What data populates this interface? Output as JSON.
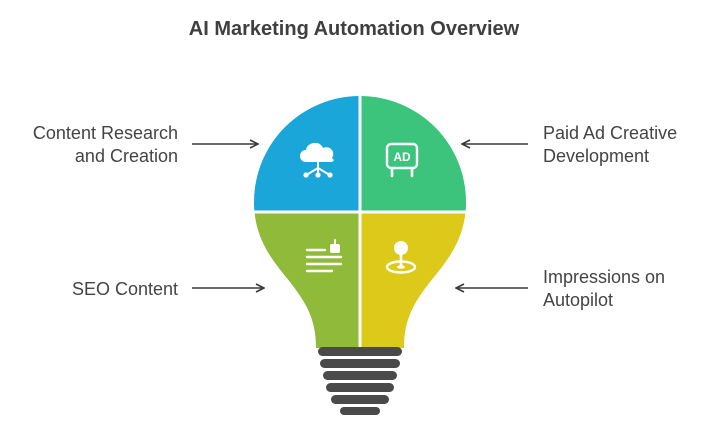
{
  "title": "AI Marketing Automation Overview",
  "segments": [
    {
      "id": "content-research",
      "label_lines": [
        "Content Research",
        "and Creation"
      ],
      "color": "#1aa6d9",
      "icon": "cloud-network-icon"
    },
    {
      "id": "paid-ad",
      "label_lines": [
        "Paid Ad Creative",
        "Development"
      ],
      "color": "#3cc47c",
      "icon": "ad-sign-icon"
    },
    {
      "id": "seo-content",
      "label_lines": [
        "SEO Content"
      ],
      "color": "#8fba3a",
      "icon": "robot-document-icon"
    },
    {
      "id": "impressions",
      "label_lines": [
        "Impressions on",
        "Autopilot"
      ],
      "color": "#ddc919",
      "icon": "location-pin-icon"
    }
  ],
  "colors": {
    "base": "#4a4a4a",
    "arrow": "#3a3a3a",
    "icon": "#ffffff"
  }
}
